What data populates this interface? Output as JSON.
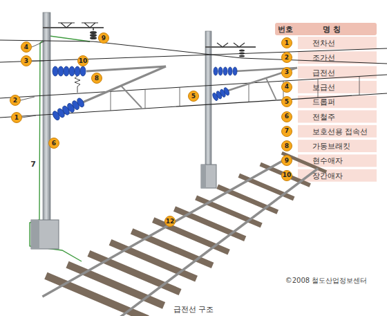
{
  "diagram": {
    "caption": "급전선 구조",
    "labels": [
      "번호",
      "명 칭",
      "1",
      "전차선",
      "2",
      "조가선",
      "3",
      "급전선",
      "4",
      "보급선",
      "5",
      "드롭퍼",
      "6",
      "전철주",
      "7",
      "보호선용 접속선",
      "8",
      "가동브래킷",
      "9",
      "현수애자",
      "10",
      "장간애자",
      "9",
      "4",
      "3",
      "10",
      "8",
      "2",
      "5",
      "1",
      "6",
      "7",
      "12",
      "©2008 철도산업정보센터"
    ]
  }
}
